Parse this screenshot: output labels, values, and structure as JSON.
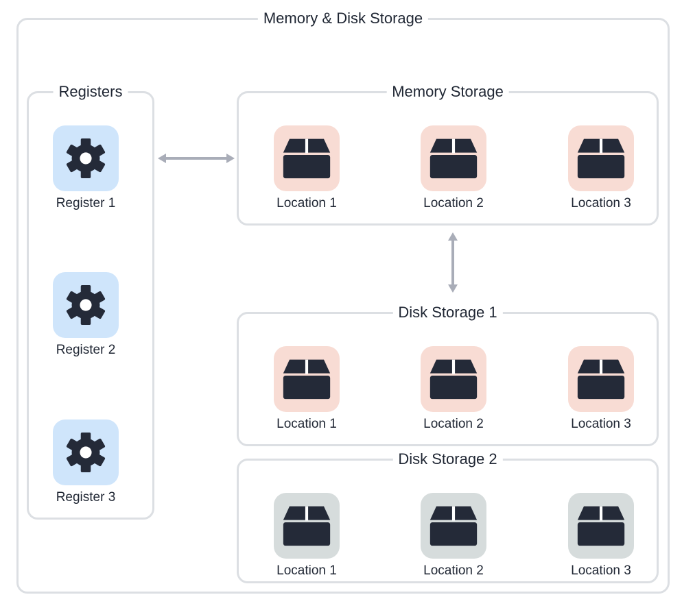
{
  "colors": {
    "border": "#dcdfe3",
    "icon": "#242a38",
    "register_bg": "#cfe5fb",
    "memory_bg": "#f8dcd4",
    "disk1_bg": "#f8dcd4",
    "disk2_bg": "#d6dcdc",
    "arrow": "#a9adb8"
  },
  "outer": {
    "title": "Memory & Disk Storage"
  },
  "registers": {
    "title": "Registers",
    "icon": "gear-icon",
    "items": [
      {
        "label": "Register 1"
      },
      {
        "label": "Register 2"
      },
      {
        "label": "Register 3"
      }
    ]
  },
  "memory": {
    "title": "Memory Storage",
    "icon": "box-icon",
    "items": [
      {
        "label": "Location 1"
      },
      {
        "label": "Location 2"
      },
      {
        "label": "Location 3"
      }
    ]
  },
  "disk1": {
    "title": "Disk Storage 1",
    "icon": "box-icon",
    "items": [
      {
        "label": "Location 1"
      },
      {
        "label": "Location 2"
      },
      {
        "label": "Location 3"
      }
    ]
  },
  "disk2": {
    "title": "Disk Storage 2",
    "icon": "box-icon",
    "items": [
      {
        "label": "Location 1"
      },
      {
        "label": "Location 2"
      },
      {
        "label": "Location 3"
      }
    ]
  },
  "connections": [
    {
      "from": "registers",
      "to": "memory",
      "direction": "bidirectional"
    },
    {
      "from": "memory",
      "to": "disk1",
      "direction": "bidirectional"
    }
  ]
}
